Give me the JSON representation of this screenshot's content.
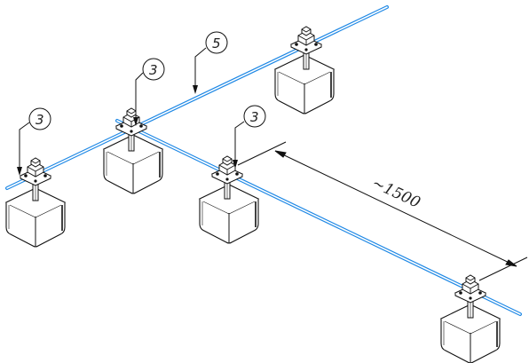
{
  "callouts": {
    "c1": "3",
    "c2": "3",
    "c3": "5",
    "c4": "3"
  },
  "dimension": {
    "label": "~1500"
  },
  "colors": {
    "pipe": "#1e88e5",
    "line": "#111111"
  }
}
